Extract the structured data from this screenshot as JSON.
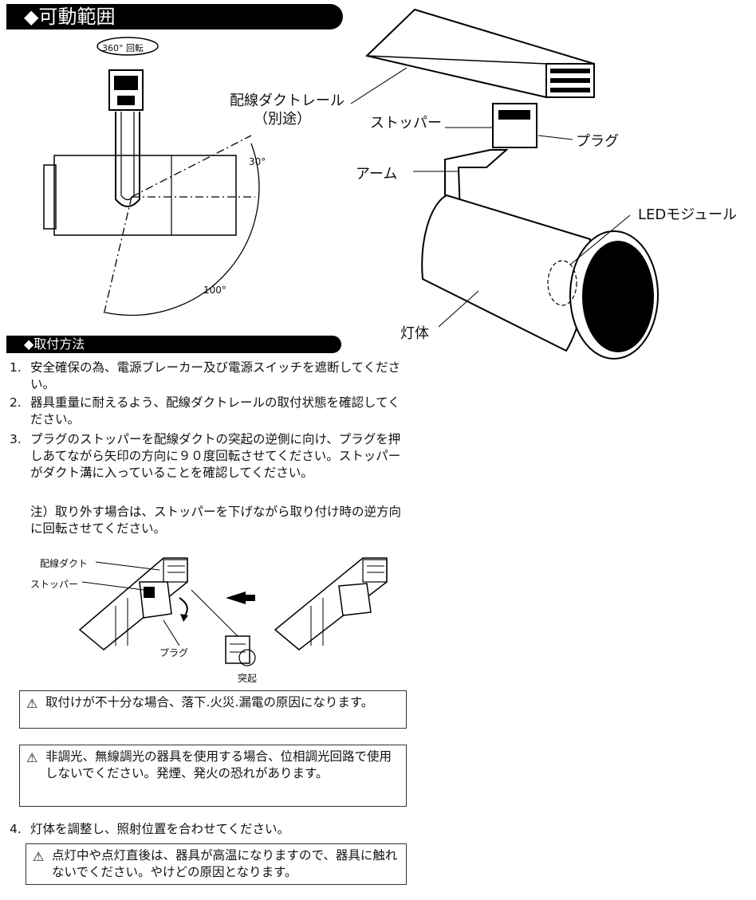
{
  "section_movable": {
    "icon": "diamond-icon",
    "title": "◆可動範囲"
  },
  "section_mounting": {
    "icon": "diamond-icon",
    "title": "◆取付方法"
  },
  "diagram_left": {
    "rotation_label": "360° 回転",
    "angle_30": "30°",
    "angle_100": "100°"
  },
  "diagram_right": {
    "duct_rail": "配線ダクトレール",
    "duct_rail_sub": "（別途）",
    "stopper": "ストッパー",
    "plug": "プラグ",
    "arm": "アーム",
    "led_module": "LEDモジュール",
    "body": "灯体"
  },
  "steps": [
    {
      "num": "1.",
      "text": "安全確保の為、電源ブレーカー及び電源スイッチを遮断してください。"
    },
    {
      "num": "2.",
      "text": "器具重量に耐えるよう、配線ダクトレールの取付状態を確認してください。"
    },
    {
      "num": "3.",
      "text": "プラグのストッパーを配線ダクトの突起の逆側に向け、プラグを押しあてながら矢印の方向に９０度回転させてください。ストッパーがダクト溝に入っていることを確認してください。"
    },
    {
      "num": "4.",
      "text": "灯体を調整し、照射位置を合わせてください。"
    }
  ],
  "note": "注）取り外す場合は、ストッパーを下げながら取り付け時の逆方向に回転させてください。",
  "diagram_install": {
    "duct": "配線ダクト",
    "stopper": "ストッパー",
    "plug": "プラグ",
    "protrusion": "突起"
  },
  "warnings": [
    {
      "icon": "warning-triangle-icon",
      "text": "取付けが不十分な場合、落下.火災.漏電の原因になります。"
    },
    {
      "icon": "warning-triangle-icon",
      "text": "非調光、無線調光の器具を使用する場合、位相調光回路で使用しないでください。発煙、発火の恐れがあります。"
    },
    {
      "icon": "warning-triangle-icon",
      "text": "点灯中や点灯直後は、器具が高温になりますので、器具に触れないでください。やけどの原因となります。"
    }
  ]
}
